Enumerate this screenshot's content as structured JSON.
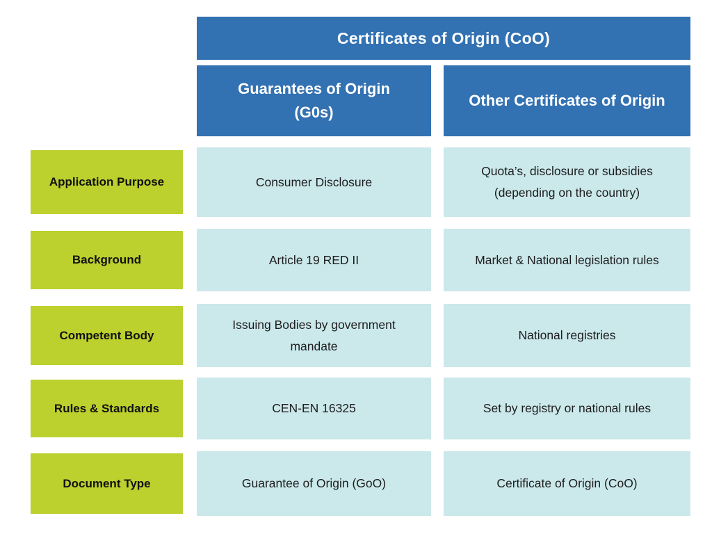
{
  "colors": {
    "header_blue": "#3271B2",
    "label_green": "#BCD02E",
    "cell_teal": "#CBE8EA",
    "header_text": "#FFFFFF",
    "body_text": "#1D1D1F"
  },
  "table": {
    "main_header": "Certificates of Origin (CoO)",
    "column_headers": [
      "Guarantees of Origin (G0s)",
      "Other Certificates of Origin"
    ],
    "row_labels_column": "",
    "rows": [
      {
        "label": "Application Purpose",
        "cells": [
          "Consumer Disclosure",
          "Quota’s, disclosure or subsidies (depending on the country)"
        ]
      },
      {
        "label": "Background",
        "cells": [
          "Article 19 RED II",
          "Market & National legislation rules"
        ]
      },
      {
        "label": "Competent Body",
        "cells": [
          "Issuing Bodies by government mandate",
          "National registries"
        ]
      },
      {
        "label": "Rules & Standards",
        "cells": [
          "CEN-EN 16325",
          "Set by registry or national rules"
        ]
      },
      {
        "label": "Document Type",
        "cells": [
          "Guarantee of Origin (GoO)",
          "Certificate of Origin (CoO)"
        ]
      }
    ]
  }
}
